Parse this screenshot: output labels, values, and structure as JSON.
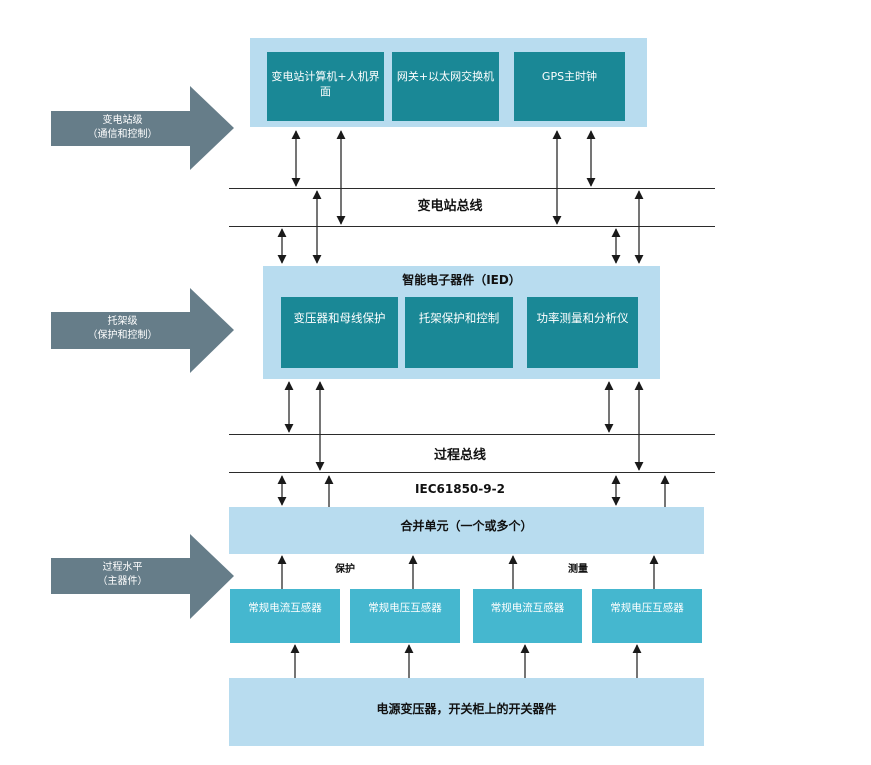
{
  "colors": {
    "panel_light_blue": "#b8dcef",
    "box_dark_teal": "#1a8896",
    "box_cyan": "#45b7cf",
    "level_arrow_slate": "#667d89",
    "line": "#2b2b2b"
  },
  "levels": [
    {
      "title": "变电站级",
      "subtitle": "（通信和控制）"
    },
    {
      "title": "托架级",
      "subtitle": "（保护和控制）"
    },
    {
      "title": "过程水平",
      "subtitle": "（主器件）"
    }
  ],
  "station_level": {
    "boxes": [
      {
        "label": "变电站计算机+人机界面"
      },
      {
        "label": "网关+以太网交换机"
      },
      {
        "label": "GPS主时钟"
      }
    ]
  },
  "station_bus": {
    "label": "变电站总线"
  },
  "bay_level": {
    "title": "智能电子器件（IED）",
    "boxes": [
      {
        "label": "变压器和母线保护"
      },
      {
        "label": "托架保护和控制"
      },
      {
        "label": "功率测量和分析仪"
      }
    ]
  },
  "process_bus": {
    "label": "过程总线",
    "protocol": "IEC61850-9-2"
  },
  "merging_unit": {
    "label": "合并单元（一个或多个）"
  },
  "sensor_groups": [
    {
      "label": "保护"
    },
    {
      "label": "测量"
    }
  ],
  "sensors": [
    {
      "label": "常规电流互感器"
    },
    {
      "label": "常规电压互感器"
    },
    {
      "label": "常规电流互感器"
    },
    {
      "label": "常规电压互感器"
    }
  ],
  "primary_equipment": {
    "label": "电源变压器，开关柜上的开关器件"
  }
}
